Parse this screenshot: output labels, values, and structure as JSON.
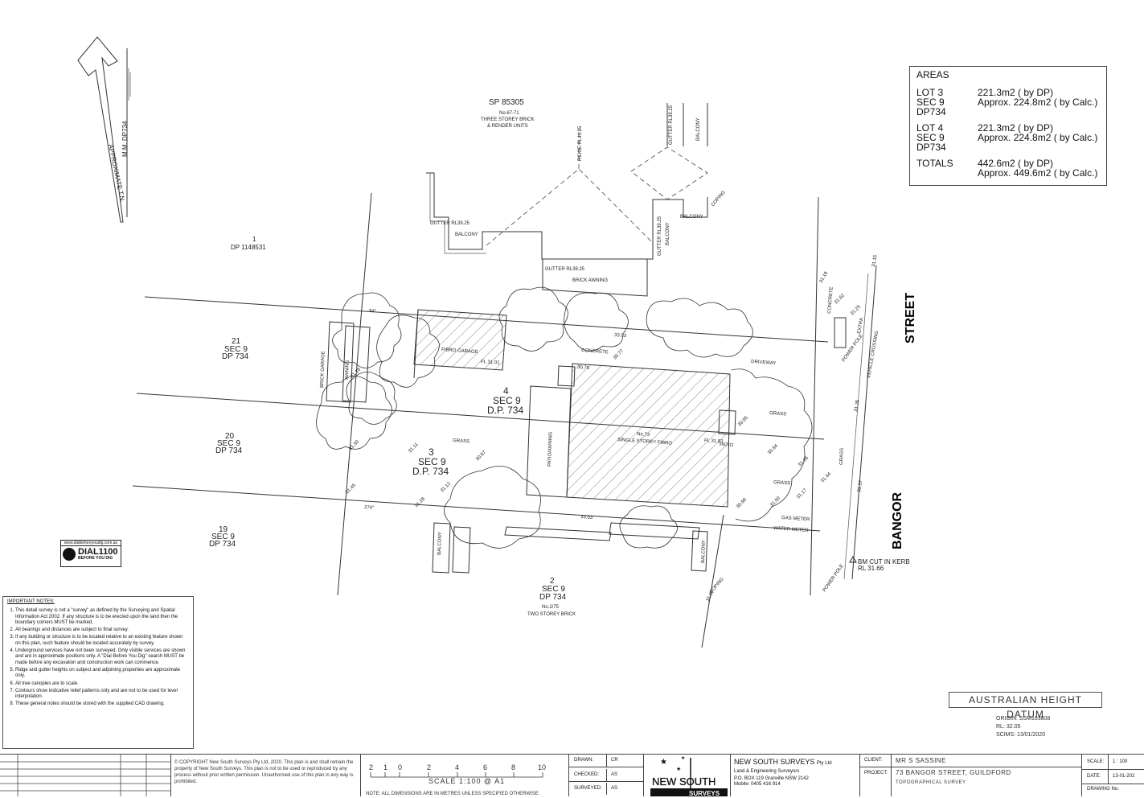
{
  "areas": {
    "title": "AREAS",
    "groups": [
      {
        "lines": [
          [
            "LOT 3",
            "221.3m2  ( by DP)"
          ],
          [
            "SEC 9",
            "Approx. 224.8m2  ( by Calc.)"
          ],
          [
            "DP734",
            ""
          ]
        ]
      },
      {
        "lines": [
          [
            "LOT 4",
            "221.3m2  ( by DP)"
          ],
          [
            "SEC 9",
            "Approx. 224.8m2  ( by Calc.)"
          ],
          [
            "DP734",
            ""
          ]
        ]
      },
      {
        "lines": [
          [
            "TOTALS",
            "442.6m2  ( by DP)"
          ],
          [
            "",
            "Approx. 449.6m2  ( by Calc.)"
          ]
        ]
      }
    ]
  },
  "plan": {
    "north_label_1": "APPROXIMATE T.N.",
    "north_label_2": "M.M. DP734",
    "sp_title": "SP 85305",
    "sp_desc_1": "No.67-71",
    "sp_desc_2": "THREE STOREY BRICK",
    "sp_desc_3": "& RENDER UNITS",
    "ridge": "RIDGE RL41.85",
    "gutter_1": "GUTTER RL39.25",
    "gutter_2": "GUTTER RL39.25",
    "gutter_3": "GUTTER RL39.25",
    "gutter_4": "GUTTER RL39.25",
    "balcony": "BALCONY",
    "brick_awning": "BRICK AWNING",
    "coping": "COPING",
    "lot1_num": "1",
    "lot1_dp": "DP 1148531",
    "lot21": [
      "21",
      "SEC 9",
      "DP 734"
    ],
    "lot20": [
      "20",
      "SEC 9",
      "DP 734"
    ],
    "lot19": [
      "19",
      "SEC 9",
      "DP 734"
    ],
    "lot2": [
      "2",
      "SEC 9",
      "DP 734"
    ],
    "lot2_desc_1": "No.2/75",
    "lot2_desc_2": "TWO STOREY BRICK",
    "lot4": [
      "4",
      "SEC 9",
      "D.P. 734"
    ],
    "lot3": [
      "3",
      "SEC 9",
      "D.P. 734"
    ],
    "brick_garage": "BRICK GARAGE",
    "awning": "AWNING",
    "fibro_garage": "FIBRO GARAGE",
    "fl_1": "FL 31.01",
    "concrete": "CONCRETE",
    "driveway": "DRIVEWAY",
    "house_1": "No.73",
    "house_2": "SINGLE STOREY FIBRO",
    "fl_2": "FL 31.83",
    "patio": "PATIO",
    "patio_awning": "PATIO/AWNING",
    "grass": "GRASS",
    "gas_meter": "GAS METER",
    "water_meter": "WATER METER",
    "power_pole": "POWER POLE",
    "vehicle_crossing": "VEHICLE CROSSING",
    "extra": "EXTRA",
    "bm_1": "BM CUT IN KERB",
    "bm_2": "RL 31.66",
    "dim_1": "33.53",
    "dim_2": "33.53",
    "dim_3": "274°",
    "dim_4": "94°",
    "street_1": "STREET",
    "street_2": "BANGOR",
    "level_1": "30.76",
    "level_2": "30.77",
    "level_3": "31.62",
    "level_4": "31.45",
    "level_5": "31.28",
    "level_6": "31.17",
    "level_7": "31.44",
    "level_8": "31.57",
    "level_9": "31.15",
    "level_10": "31.18",
    "level_11": "31.25",
    "level_12": "31.16",
    "level_13": "31.30",
    "level_14": "31.11",
    "level_15": "31.12",
    "level_16": "30.87",
    "level_17": "30.94",
    "level_18": "31.00",
    "level_19": "30.98",
    "level_20": "31.06",
    "level_21": "30.95",
    "level_22": "31.36",
    "level_23": "31.87"
  },
  "dbyd": {
    "url": "www.dialbeforeyoudig.com.au",
    "big": "DIAL1100",
    "small": "BEFORE YOU DIG"
  },
  "notes": {
    "title": "IMPORTANT NOTES:",
    "items": [
      "This detail survey is not a \"survey\" as defined by the Surveying and Spatial Information Act 2002. If any structure is to be erected upon the land then the boundary corners MUST be marked.",
      "All bearings and distances are subject to final survey.",
      "If any building or structure is to be located relative to an existing feature shown on this plan, such feature should be located accurately by survey.",
      "Underground services have not been surveyed. Only visible services are shown and are in approximate positions only. A \"Dial Before You Dig\" search MUST be made before any excavation and construction work can commence.",
      "Ridge and gutter heights on subject and adjoining properties are approximate only.",
      "All tree canopies are to scale.",
      "Contours show indicative relief patterns only and are not to be used for level interpolation.",
      "These general notes should be stored with the supplied CAD drawing."
    ]
  },
  "datum": {
    "title": "AUSTRALIAN HEIGHT DATUM",
    "origin": "ORIGIN: SSM163808",
    "rl": "RL:  32.05",
    "scims": "SCIMS: 13/01/2020"
  },
  "title_block": {
    "copyright": "©  COPYRIGHT  New South Surveys Pty Ltd, 2020. This plan is and shall remain the property of New South Surveys. This plan is not to be used or reproduced by any process without prior written permission. Unauthorised use of this plan in any way is prohibited.",
    "scale_ticks": [
      "2",
      "1",
      "0",
      "2",
      "4",
      "6",
      "8",
      "10"
    ],
    "scale_label": "SCALE 1:100 @ A1",
    "dim_note": "NOTE: ALL DIMENSIONS ARE IN METRES UNLESS SPECIFIED OTHERWISE",
    "drawn_k": "DRAWN:",
    "drawn_v": "CR",
    "checked_k": "CHECKED:",
    "checked_v": "AS",
    "surveyed_k": "SURVEYED:",
    "surveyed_v": "AS",
    "logo_1": "NEW SOUTH",
    "logo_2": "SURVEYS",
    "company": "NEW SOUTH SURVEYS",
    "company_suffix": "Pty Ltd",
    "company_sub": "Land & Engineering Surveyors",
    "address": "P.O. BOX 119 Granville NSW 2142",
    "mobile": "Mobile: 0405 416 914",
    "client_k": "CLIENT:",
    "client_v": "MR S SASSINE",
    "project_k": "PROJECT:",
    "project_v": "73 BANGOR STREET, GUILDFORD",
    "project_sub": "TOPOGRAPHICAL SURVEY",
    "scale_k": "SCALE:",
    "scale_v": "1 : 100",
    "date_k": "DATE:",
    "date_v": "13-01-202",
    "drawing_k": "DRAWING No:"
  }
}
